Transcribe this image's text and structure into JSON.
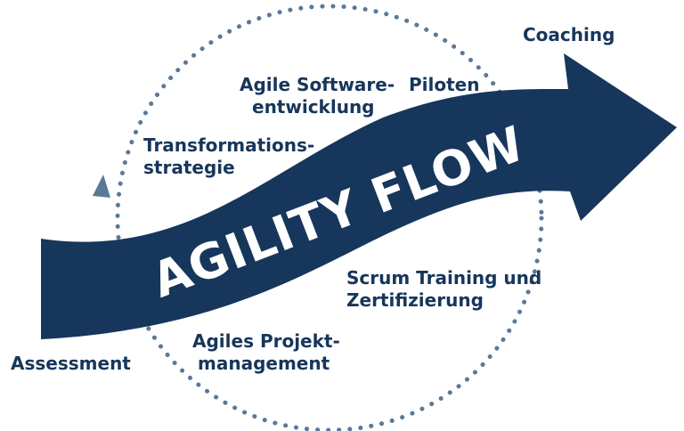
{
  "title": "AGILITY FLOW",
  "colors": {
    "primary": "#17365b",
    "cycle": "#5b7898",
    "background": "#ffffff"
  },
  "labels": {
    "coaching": "Coaching",
    "piloten": "Piloten",
    "agile_software": [
      "Agile Software-",
      "entwicklung"
    ],
    "transformation": [
      "Transformations-",
      "strategie"
    ],
    "scrum": [
      "Scrum Training und",
      "Zertifizierung"
    ],
    "projektmanagement": [
      "Agiles Projekt-",
      "management"
    ],
    "assessment": "Assessment"
  },
  "icons": {
    "cycle_arrowhead": "triangle-up-icon",
    "flow_arrow": "wide-arrow-right-icon"
  }
}
